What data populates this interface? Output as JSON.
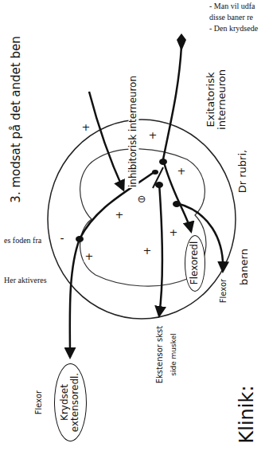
{
  "diagram": {
    "nodes": [
      {
        "text": [
          "Flexoredl"
        ]
      },
      {
        "text": [
          "Krydset extensoredl."
        ]
      }
    ],
    "labels": [
      "- Man vil udfa",
      "disse baner re",
      "- Den krydsede",
      "3. modsat på det andet ben",
      "Exitatorisk interneuron",
      "inhibitorisk interneuron",
      "Dr rubri,",
      "banern",
      "Klinik:",
      "es foden fra",
      "Her aktiveres",
      "Flexor",
      "Ekstensor skst",
      "side muskel",
      "Flexor",
      "+",
      "+",
      "+",
      "⊖",
      "+",
      "+",
      "+",
      "-",
      "+"
    ]
  }
}
